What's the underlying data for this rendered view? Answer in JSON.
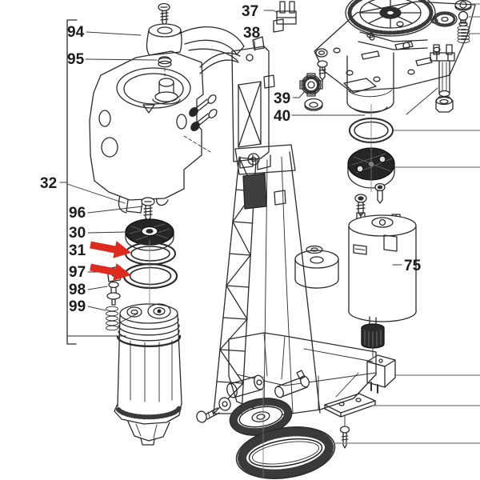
{
  "labels": {
    "l30": "30",
    "l31": "31",
    "l32": "32",
    "l37": "37",
    "l38": "38",
    "l39": "39",
    "l40": "40",
    "l75": "75",
    "l94": "94",
    "l95": "95",
    "l96": "96",
    "l97": "97",
    "l98": "98",
    "l99": "99"
  },
  "colors": {
    "paper": "#ffffff",
    "ink": "#2b2b2b",
    "dark_part": "#262626",
    "leader_gray": "#7b7b7b",
    "arrow_red": "#df2b1f",
    "label_text": "#1c1c1c"
  },
  "red_arrows": {
    "count": 2,
    "point_to_labels": [
      "31",
      "97"
    ]
  }
}
